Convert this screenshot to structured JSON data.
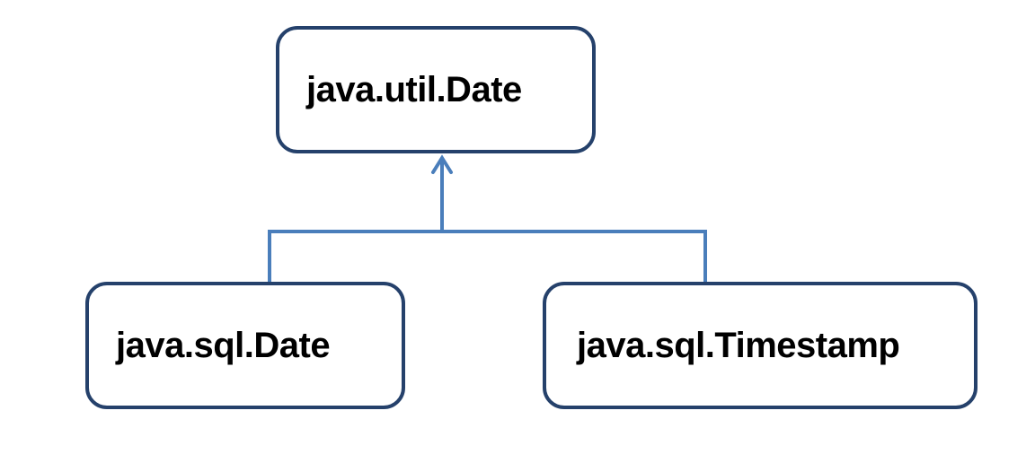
{
  "diagram": {
    "parent": {
      "label": "java.util.Date"
    },
    "children": [
      {
        "label": "java.sql.Date"
      },
      {
        "label": "java.sql.Timestamp"
      }
    ],
    "relationship": "inheritance",
    "colors": {
      "box_border": "#25416b",
      "connector": "#4a7ebb",
      "text": "#000000",
      "background": "#ffffff"
    }
  }
}
